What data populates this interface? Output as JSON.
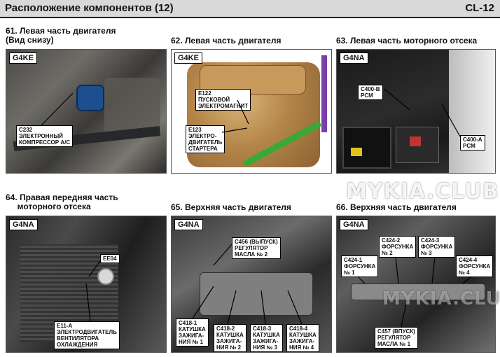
{
  "header": {
    "title": "Расположение компонентов (12)",
    "page": "CL-12"
  },
  "panels": [
    {
      "title": "61. Левая часть двигателя\n(Вид снизу)",
      "engine": "G4KE",
      "labels": [
        "C232\nЭЛЕКТРОННЫЙ\nКОМПРЕССОР А/С"
      ]
    },
    {
      "title": "62. Левая часть двигателя",
      "engine": "G4KE",
      "labels": [
        "E122\nПУСКОВОЙ\nЭЛЕКТРОМАГНИТ",
        "E123\nЭЛЕКТРО-\nДВИГАТЕЛЬ\nСТАРТЕРА"
      ]
    },
    {
      "title": "63. Левая часть моторного отсека",
      "engine": "G4NA",
      "labels": [
        "C400-B\nPCM",
        "C400-A\nPCM"
      ]
    },
    {
      "title": "64. Правая передняя часть\n     моторного отсека",
      "engine": "G4NA",
      "labels": [
        "EE04",
        "E11-A\nЭЛЕКТРОДВИГАТЕЛЬ\nВЕНТИЛЯТОРА\nОХЛАЖДЕНИЯ"
      ]
    },
    {
      "title": "65. Верхняя часть двигателя",
      "engine": "G4NA",
      "labels": [
        "C456 (ВЫПУСК)\nРЕГУЛЯТОР\nМАСЛА № 2",
        "C418-1\nКАТУШКА\nЗАЖИГА-\nНИЯ № 1",
        "C418-2\nКАТУШКА\nЗАЖИГА-\nНИЯ № 2",
        "C418-3\nКАТУШКА\nЗАЖИГА-\nНИЯ № 3",
        "C418-4\nКАТУШКА\nЗАЖИГА-\nНИЯ № 4"
      ]
    },
    {
      "title": "66. Верхняя часть двигателя",
      "engine": "G4NA",
      "labels": [
        "C424-1\nФОРСУНКА\n№ 1",
        "C424-2\nФОРСУНКА\n№ 2",
        "C424-3\nФОРСУНКА\n№ 3",
        "C424-4\nФОРСУНКА\n№ 4",
        "C457 (ВПУСК)\nРЕГУЛЯТОР\nМАСЛА № 1"
      ]
    }
  ],
  "watermarks": [
    "MYKIA.CLUB",
    "MYKIA.CLUB"
  ]
}
